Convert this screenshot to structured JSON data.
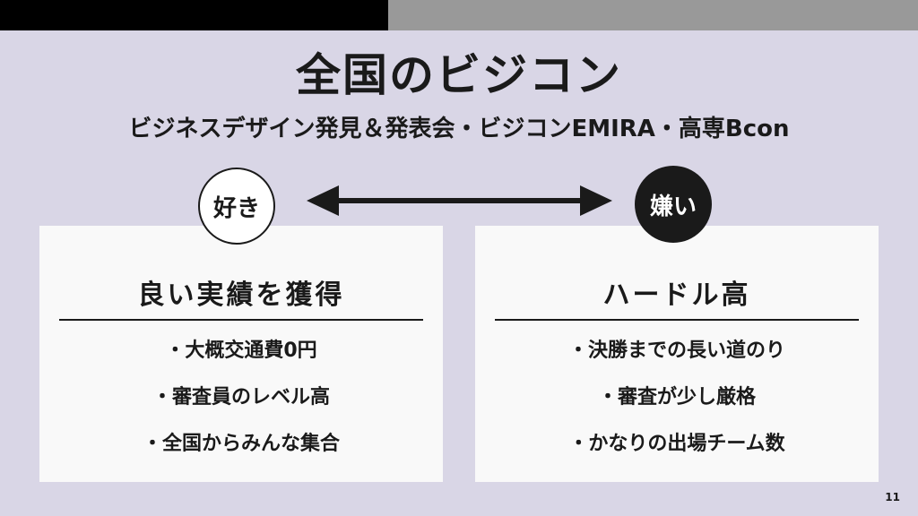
{
  "slide": {
    "title": "全国のビジコン",
    "subtitle": "ビジネスデザイン発見＆発表会・ビジコンEMIRA・高専Bcon",
    "page_number": "11"
  },
  "labels": {
    "like": "好き",
    "dislike": "嫌い"
  },
  "cards": {
    "left": {
      "heading": "良い実績を獲得",
      "items": [
        "・大概交通費0円",
        "・審査員のレベル高",
        "・全国からみんな集合"
      ]
    },
    "right": {
      "heading": "ハードル高",
      "items": [
        "・決勝までの長い道のり",
        "・審査が少し厳格",
        "・かなりの出場チーム数"
      ]
    }
  },
  "colors": {
    "background": "#d9d6e6",
    "card": "#f9f9f9",
    "dark": "#1a1a1a",
    "top_bar_left": "#000000",
    "top_bar_right": "#999999"
  },
  "icons": {
    "connector": "double-headed-arrow"
  }
}
